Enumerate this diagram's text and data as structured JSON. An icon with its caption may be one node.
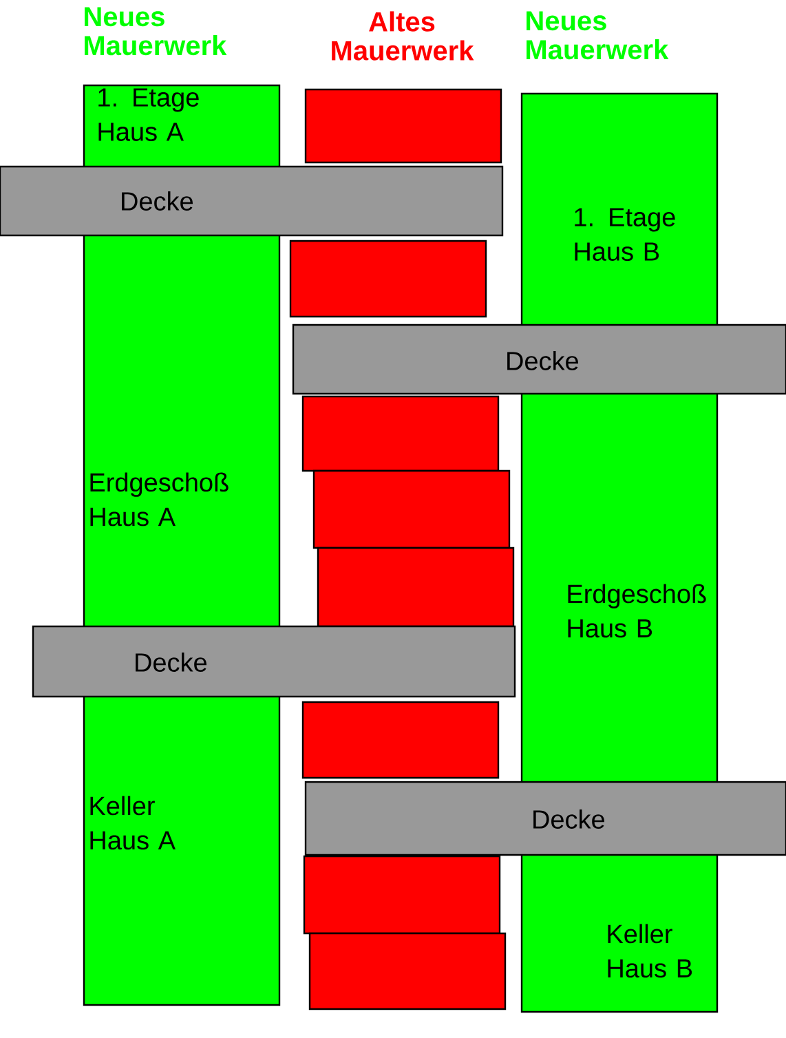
{
  "diagram": {
    "nodes": [
      {
        "text": [
          "Neues Mauerwerk",
          "1. Etage Haus A",
          "Erdgeschoß Haus A",
          "Keller Haus A"
        ]
      },
      {
        "text": [
          "Neues Mauerwerk",
          "1. Etage Haus B",
          "Erdgeschoß Haus B",
          "Keller Haus B"
        ]
      },
      {
        "text": [
          "Decke"
        ]
      },
      {
        "text": [
          "Decke"
        ]
      },
      {
        "text": [
          "Decke"
        ]
      },
      {
        "text": [
          "Decke"
        ]
      },
      {
        "text": [],
        "shape": "box"
      },
      {
        "text": [],
        "shape": "box"
      },
      {
        "text": [],
        "shape": "box"
      },
      {
        "text": [],
        "shape": "box"
      },
      {
        "text": [],
        "shape": "box"
      },
      {
        "text": [],
        "shape": "box"
      },
      {
        "text": [],
        "shape": "box"
      },
      {
        "text": [],
        "shape": "box"
      }
    ],
    "edges": [],
    "labels": [
      "Altes Mauerwerk"
    ]
  }
}
